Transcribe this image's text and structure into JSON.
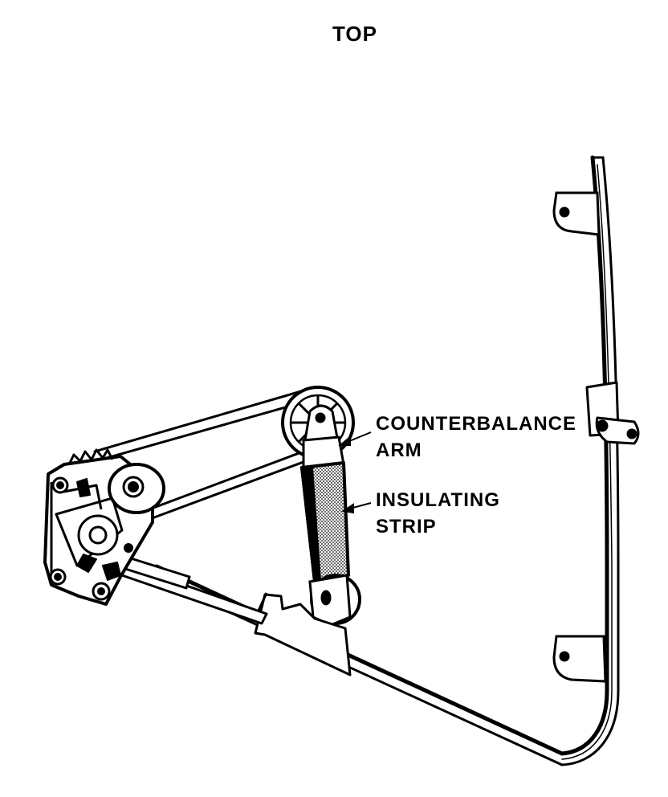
{
  "diagram": {
    "title": "TOP",
    "labels": {
      "counterbalance_arm": [
        "COUNTERBALANCE",
        "ARM"
      ],
      "insulating_strip": [
        "INSULATING",
        "STRIP"
      ]
    }
  },
  "colors": {
    "ink": "#000000",
    "paper": "#ffffff",
    "strip_fill": "#9a9a9a"
  }
}
